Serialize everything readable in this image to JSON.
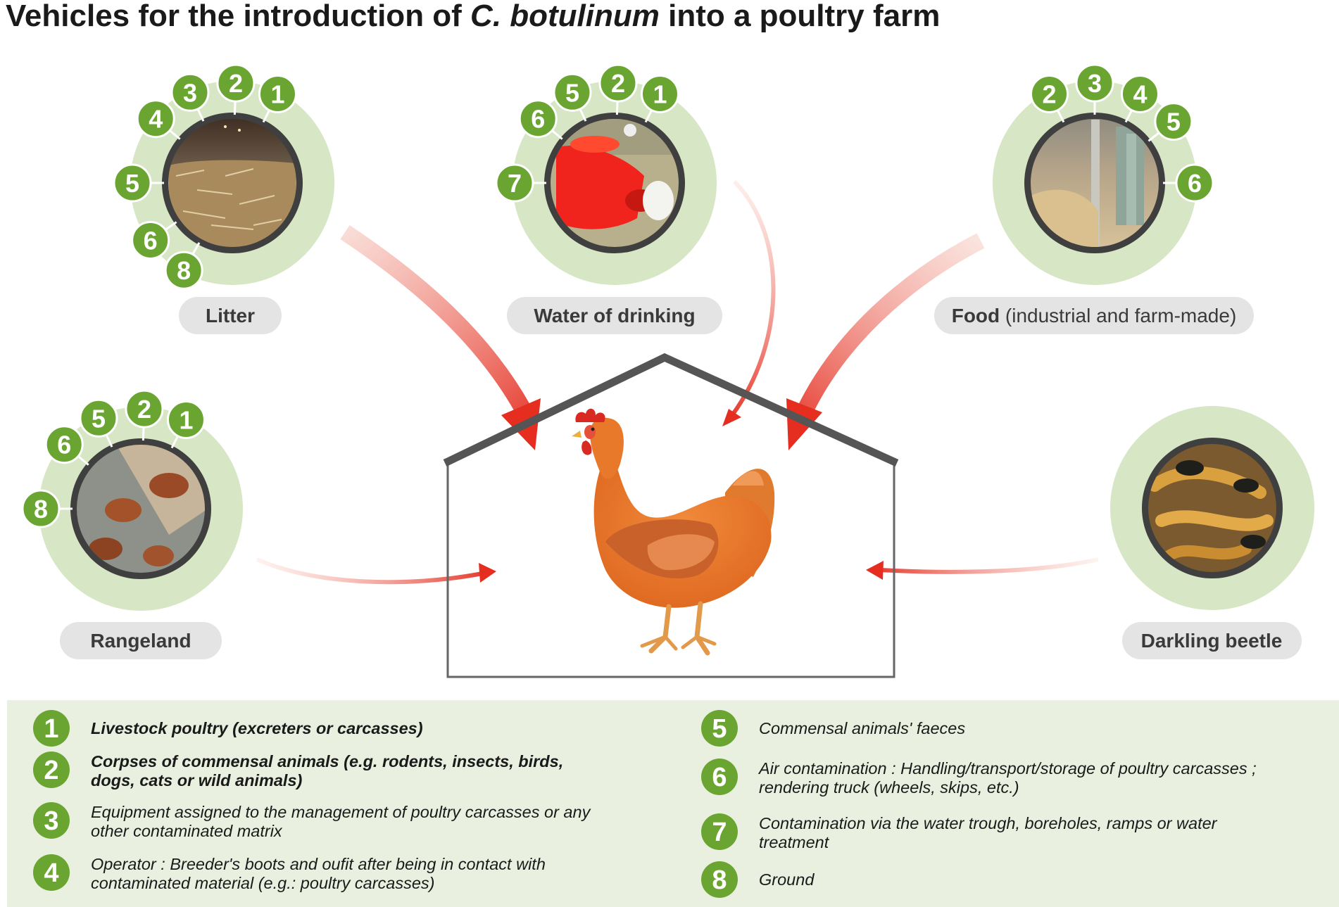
{
  "title": {
    "prefix": "Vehicles for the introduction of ",
    "italic": "C. botulinum",
    "suffix": " into a poultry farm"
  },
  "colors": {
    "badge_green": "#6aa532",
    "ring_green": "#d7e6c5",
    "frame_dark": "#3c3c3c",
    "pill_gray": "#e4e4e4",
    "legend_bg": "#e9f0e0",
    "arrow_red": "#e8342a"
  },
  "sources": [
    {
      "id": "litter",
      "label_bold": "Litter",
      "label_rest": "",
      "photo": "straw-litter-barn",
      "badges": [
        "1",
        "2",
        "3",
        "4",
        "5",
        "6",
        "8"
      ]
    },
    {
      "id": "water",
      "label_bold": "Water of drinking",
      "label_rest": "",
      "photo": "red-drinker-chicken",
      "badges": [
        "1",
        "2",
        "5",
        "6",
        "7"
      ]
    },
    {
      "id": "food",
      "label_bold": "Food",
      "label_rest": " (industrial and farm-made)",
      "photo": "feed-silo-grain",
      "badges": [
        "2",
        "3",
        "4",
        "5",
        "6"
      ]
    },
    {
      "id": "rangeland",
      "label_bold": "Rangeland",
      "label_rest": "",
      "photo": "hens-outdoor-ground",
      "badges": [
        "1",
        "2",
        "5",
        "6",
        "8"
      ]
    },
    {
      "id": "beetle",
      "label_bold": "Darkling beetle",
      "label_rest": "",
      "photo": "mealworm-larvae-beetles",
      "badges": []
    }
  ],
  "center": {
    "icon": "hen-icon",
    "structure": "poultry-house-outline"
  },
  "legend": [
    {
      "num": "1",
      "lines": [
        "Livestock poultry (excreters or carcasses)"
      ],
      "bold": true
    },
    {
      "num": "2",
      "lines": [
        "Corpses of commensal animals (e.g. rodents, insects, birds,",
        "dogs, cats or wild animals)"
      ],
      "bold": true
    },
    {
      "num": "3",
      "lines": [
        "Equipment assigned to the management of poultry carcasses or any",
        "other contaminated matrix"
      ],
      "bold": false
    },
    {
      "num": "4",
      "lines": [
        "Operator : Breeder's boots and oufit after being in contact with",
        "contaminated material (e.g.: poultry carcasses)"
      ],
      "bold": false
    },
    {
      "num": "5",
      "lines": [
        "Commensal animals' faeces"
      ],
      "bold": false
    },
    {
      "num": "6",
      "lines": [
        "Air contamination : Handling/transport/storage of poultry carcasses ;",
        "rendering truck (wheels, skips, etc.)"
      ],
      "bold": false
    },
    {
      "num": "7",
      "lines": [
        "Contamination via the water trough, boreholes, ramps or water",
        "treatment"
      ],
      "bold": false
    },
    {
      "num": "8",
      "lines": [
        "Ground"
      ],
      "bold": false
    }
  ]
}
